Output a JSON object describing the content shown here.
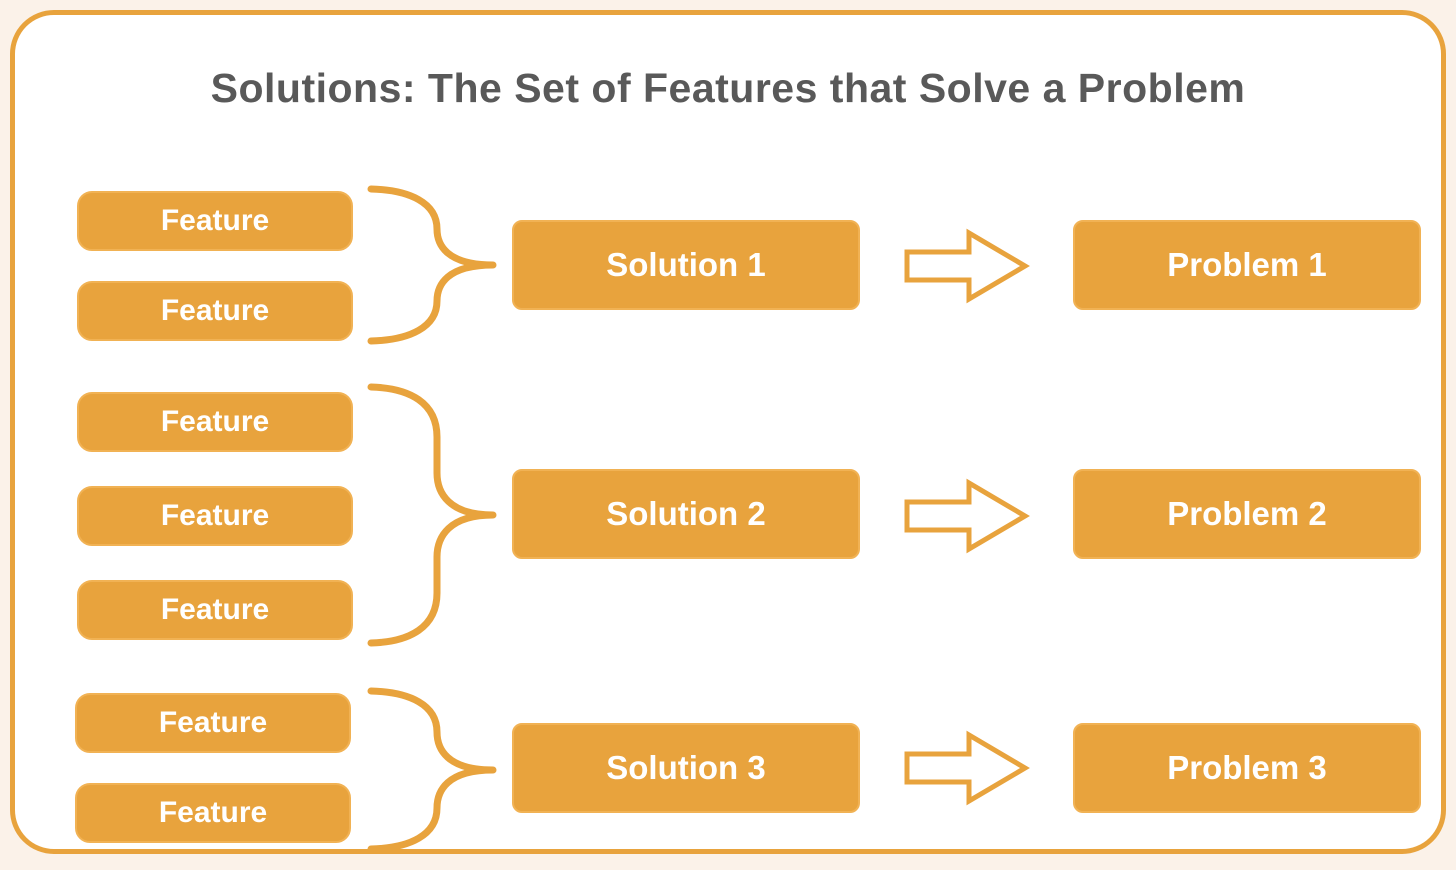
{
  "title": "Solutions: The Set of Features that Solve a Problem",
  "colors": {
    "accent": "#E8A33D",
    "accent_light": "#F1B254",
    "background": "#FBF2E9",
    "panel": "#FFFFFF",
    "title_text": "#595959",
    "box_text": "#FFFFFF"
  },
  "icons": {
    "brace": "right-curly-brace-icon",
    "arrow": "right-block-arrow-icon"
  },
  "groups": [
    {
      "features": [
        "Feature",
        "Feature"
      ],
      "solution": "Solution 1",
      "problem": "Problem 1"
    },
    {
      "features": [
        "Feature",
        "Feature",
        "Feature"
      ],
      "solution": "Solution 2",
      "problem": "Problem 2"
    },
    {
      "features": [
        "Feature",
        "Feature"
      ],
      "solution": "Solution 3",
      "problem": "Problem 3"
    }
  ]
}
